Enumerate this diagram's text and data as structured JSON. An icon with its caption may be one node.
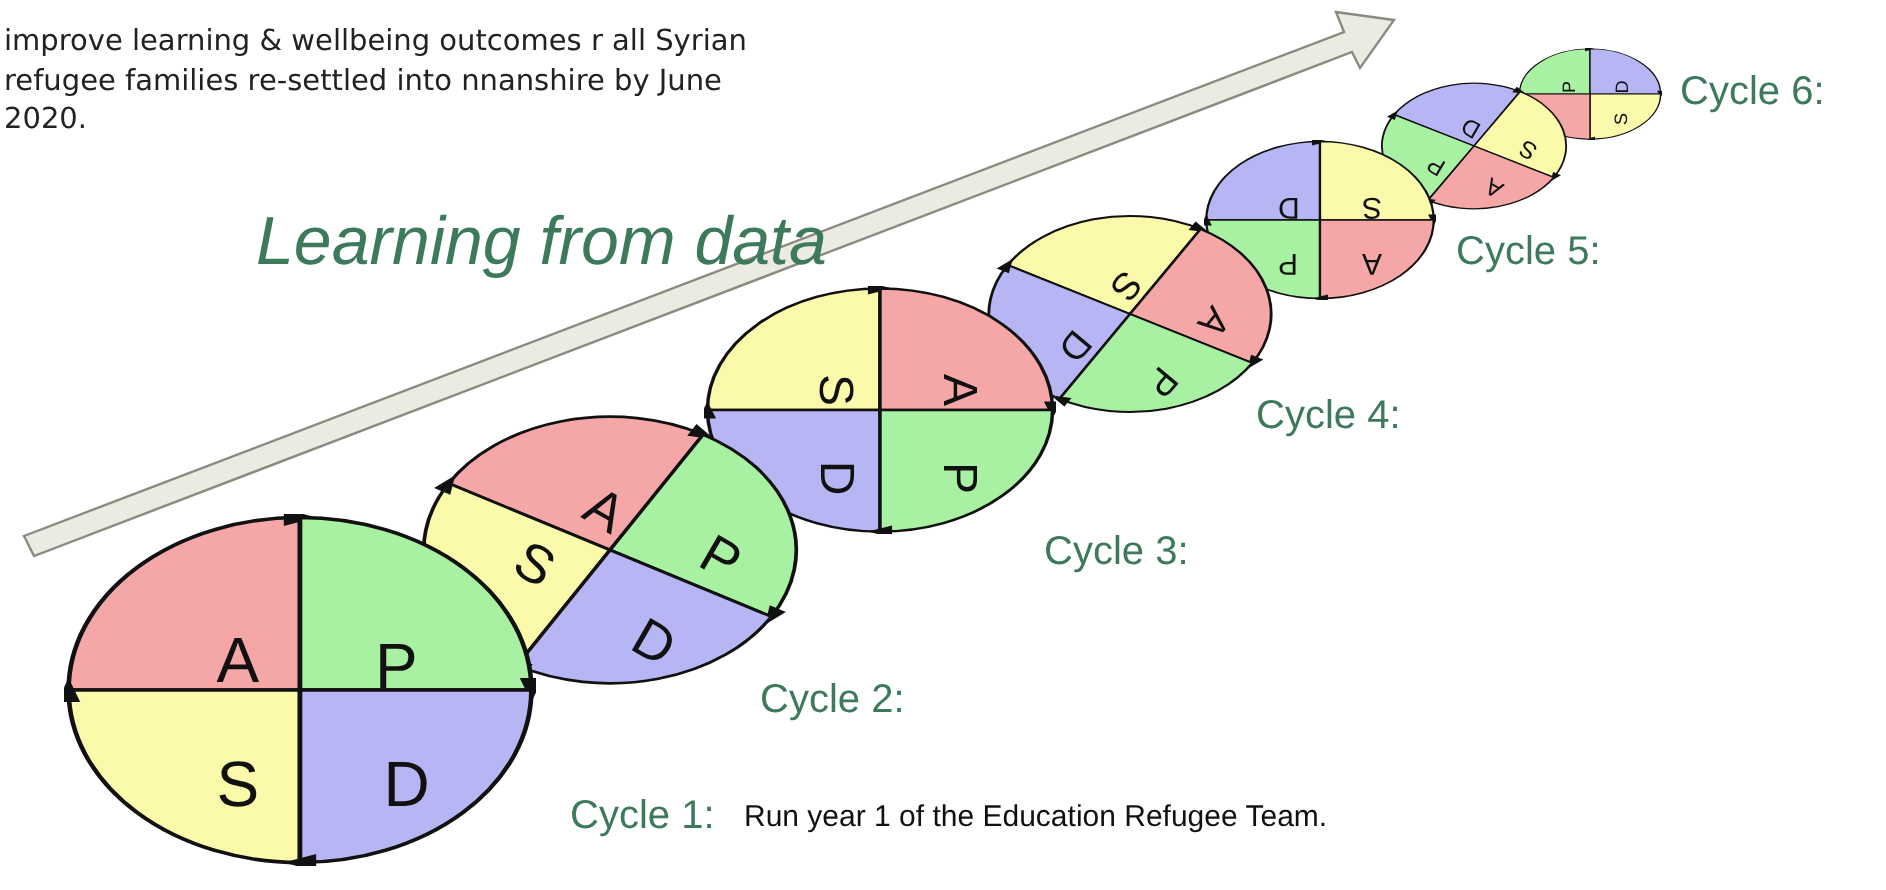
{
  "diagram": {
    "nodes": [
      {
        "text": [
          "A",
          "P",
          "S",
          "D"
        ],
        "beside": [
          "Cycle 1:",
          "Run year 1 of the Education Refugee Team."
        ]
      },
      {
        "text": [
          "A",
          "S",
          "P",
          "D"
        ],
        "beside": [
          "Cycle 2:"
        ]
      },
      {
        "text": [
          "S",
          "A",
          "D",
          "P"
        ],
        "beside": [
          "Cycle 3:"
        ]
      },
      {
        "text": [
          "S",
          "D",
          "A",
          "P"
        ],
        "beside": [
          "Cycle 4:"
        ]
      },
      {
        "text": [
          "D",
          "S",
          "P",
          "A"
        ],
        "beside": [
          "Cycle 5:"
        ]
      },
      {
        "text": [
          "D",
          "P",
          "S",
          "A"
        ]
      },
      {
        "text": [
          "P",
          "D",
          "S"
        ],
        "beside": [
          "Cycle 6:"
        ]
      }
    ],
    "edges": [],
    "labels": [
      "improve learning & wellbeing outcomes r all Syrian refugee families re-settled into nnanshire by June 2020.",
      "Learning from data"
    ]
  }
}
